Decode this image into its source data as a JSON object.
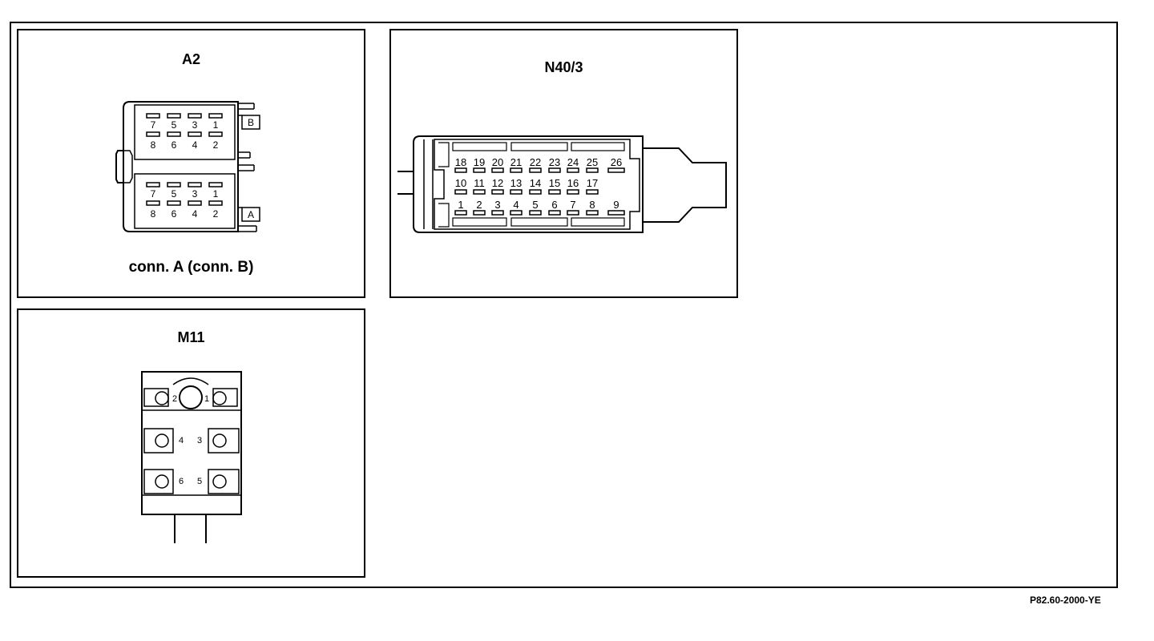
{
  "panels": {
    "a2": {
      "title": "A2",
      "caption": "conn. A (conn. B)",
      "side_labels": [
        "B",
        "A"
      ],
      "pin_rows": [
        [
          "7",
          "5",
          "3",
          "1"
        ],
        [
          "8",
          "6",
          "4",
          "2"
        ],
        [
          "7",
          "5",
          "3",
          "1"
        ],
        [
          "8",
          "6",
          "4",
          "2"
        ]
      ]
    },
    "n40": {
      "title": "N40/3",
      "pin_rows": [
        [
          "18",
          "19",
          "20",
          "21",
          "22",
          "23",
          "24",
          "25",
          "26"
        ],
        [
          "10",
          "11",
          "12",
          "13",
          "14",
          "15",
          "16",
          "17"
        ],
        [
          "1",
          "2",
          "3",
          "4",
          "5",
          "6",
          "7",
          "8",
          "9"
        ]
      ]
    },
    "m11": {
      "title": "M11",
      "pins": [
        "2",
        "1",
        "4",
        "3",
        "6",
        "5"
      ]
    }
  },
  "reference_code": "P82.60-2000-YE"
}
